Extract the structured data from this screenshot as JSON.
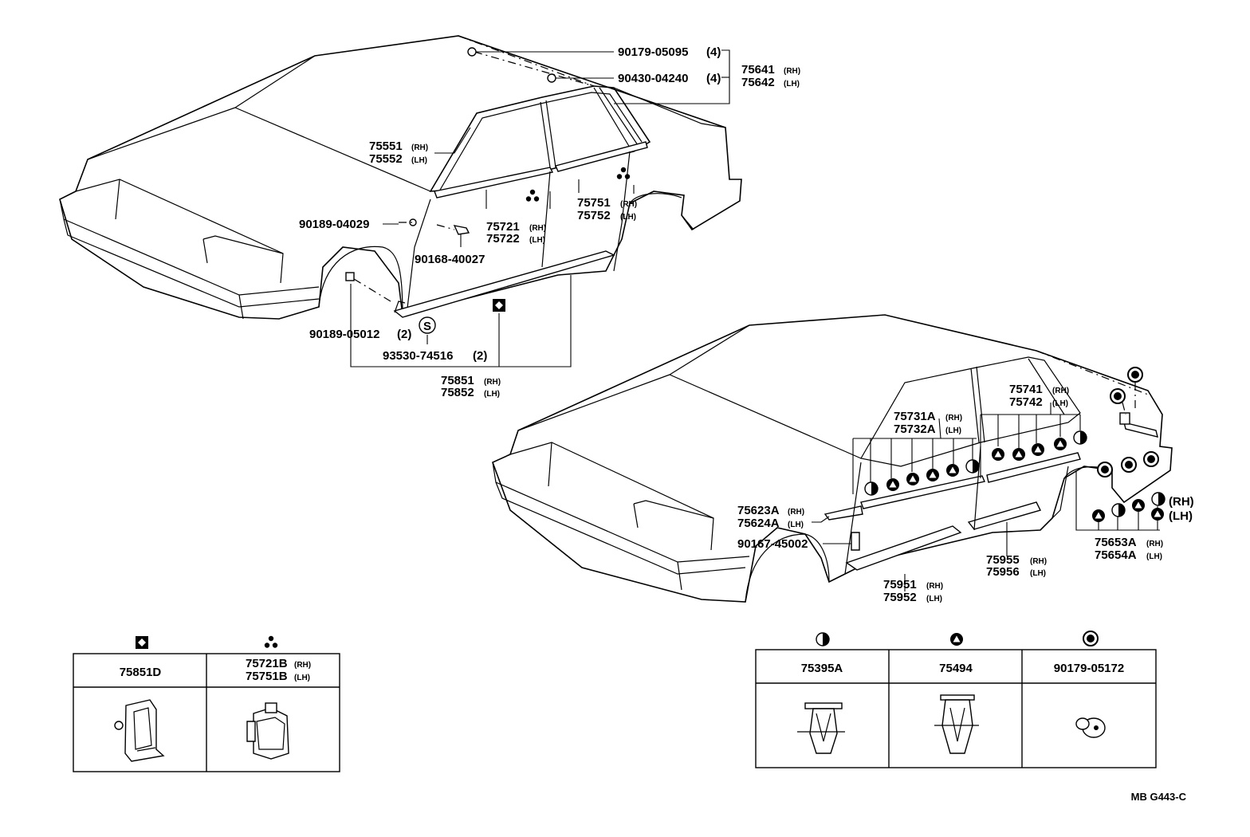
{
  "diagram": {
    "code": "MB G443-C",
    "labels": {
      "p90179_05095": "90179-05095",
      "p90179_05095_qty": "(4)",
      "p90430_04240": "90430-04240",
      "p90430_04240_qty": "(4)",
      "p75641": "75641",
      "p75642": "75642",
      "p75551": "75551",
      "p75552": "75552",
      "p90189_04029": "90189-04029",
      "p90168_40027": "90168-40027",
      "p75721": "75721",
      "p75722": "75722",
      "p75751": "75751",
      "p75752": "75752",
      "p90189_05012": "90189-05012",
      "p90189_05012_qty": "(2)",
      "p93530_74516": "93530-74516",
      "p93530_74516_qty": "(2)",
      "p75851": "75851",
      "p75852": "75852",
      "p75741": "75741",
      "p75742": "75742",
      "p75731A": "75731A",
      "p75732A": "75732A",
      "p75623A": "75623A",
      "p75624A": "75624A",
      "p90167_45002": "90167-45002",
      "p75955": "75955",
      "p75956": "75956",
      "p75951": "75951",
      "p75952": "75952",
      "p75653A": "75653A",
      "p75654A": "75654A",
      "rh": "(RH)",
      "lh": "(LH)",
      "rh_big": "(RH)",
      "lh_big": "(LH)",
      "s_mark": "S"
    },
    "tables": {
      "left": {
        "col1": "75851D",
        "col2_line1": "75721B",
        "col2_line2": "75751B",
        "rh": "(RH)",
        "lh": "(LH)"
      },
      "right": {
        "col1": "75395A",
        "col2": "75494",
        "col3": "90179-05172"
      }
    },
    "symbols": {
      "diamond": "diamond-in-square",
      "tri_dots": "three-dots",
      "half_circle": "half-filled-circle",
      "triangle": "triangle-in-circle",
      "ring": "double-circle"
    }
  }
}
